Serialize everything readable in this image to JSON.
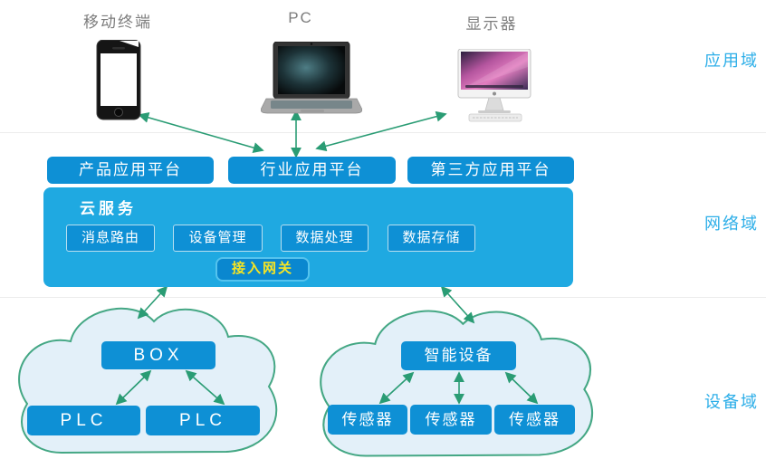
{
  "devices": [
    {
      "label": "移动终端",
      "icon": "smartphone-icon"
    },
    {
      "label": "PC",
      "icon": "laptop-icon"
    },
    {
      "label": "显示器",
      "icon": "monitor-icon"
    }
  ],
  "domain_labels": [
    {
      "label": "应用域"
    },
    {
      "label": "网络域"
    },
    {
      "label": "设备域"
    }
  ],
  "platforms": [
    {
      "label": "产品应用平台"
    },
    {
      "label": "行业应用平台"
    },
    {
      "label": "第三方应用平台"
    }
  ],
  "cloud_service": {
    "title": "云服务",
    "modules": [
      {
        "label": "消息路由"
      },
      {
        "label": "设备管理"
      },
      {
        "label": "数据处理"
      },
      {
        "label": "数据存储"
      }
    ],
    "gateway_label": "接入网关"
  },
  "device_clouds": [
    {
      "hub": "BOX",
      "nodes": [
        {
          "label": "PLC"
        },
        {
          "label": "PLC"
        }
      ]
    },
    {
      "hub": "智能设备",
      "nodes": [
        {
          "label": "传感器"
        },
        {
          "label": "传感器"
        },
        {
          "label": "传感器"
        }
      ]
    }
  ],
  "colors": {
    "box_blue": "#0e90d5",
    "panel_blue": "#1fa9e1",
    "gateway_border": "#55c3ee",
    "gateway_text_yellow": "#f6e523",
    "arrow_green": "#2a9c74",
    "cloud_fill": "#e3f0f9",
    "cloud_stroke": "#44a784",
    "domain_label_blue": "#2caee8",
    "device_label_gray": "#7d7d7d"
  }
}
